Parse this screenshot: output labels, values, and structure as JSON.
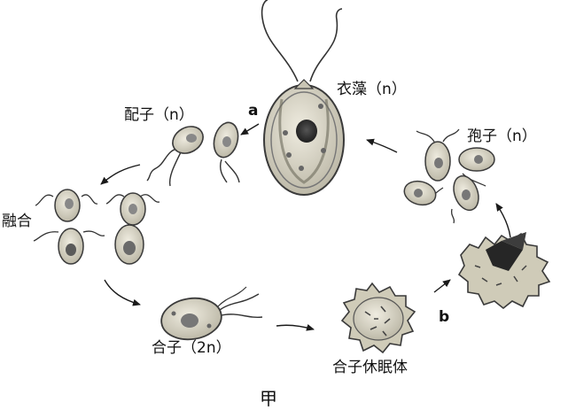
{
  "labels": {
    "chlamydomonas": "衣藻（n）",
    "gamete": "配子（n）",
    "fusion": "融合",
    "zygote": "合子（2n）",
    "dormant_zygote": "合子休眠体",
    "spore": "孢子（n）",
    "step_a": "a",
    "step_b": "b",
    "figure_title": "甲"
  },
  "colors": {
    "cell_fill": "#d9d6c8",
    "cell_stroke": "#3a3a3a",
    "arrow": "#1a1a1a",
    "dark": "#2b2b2b"
  },
  "icons": [
    "chlamydomonas-cell",
    "gamete-cells",
    "fusing-gametes",
    "zygote-cell",
    "dormant-zygote",
    "spores"
  ]
}
